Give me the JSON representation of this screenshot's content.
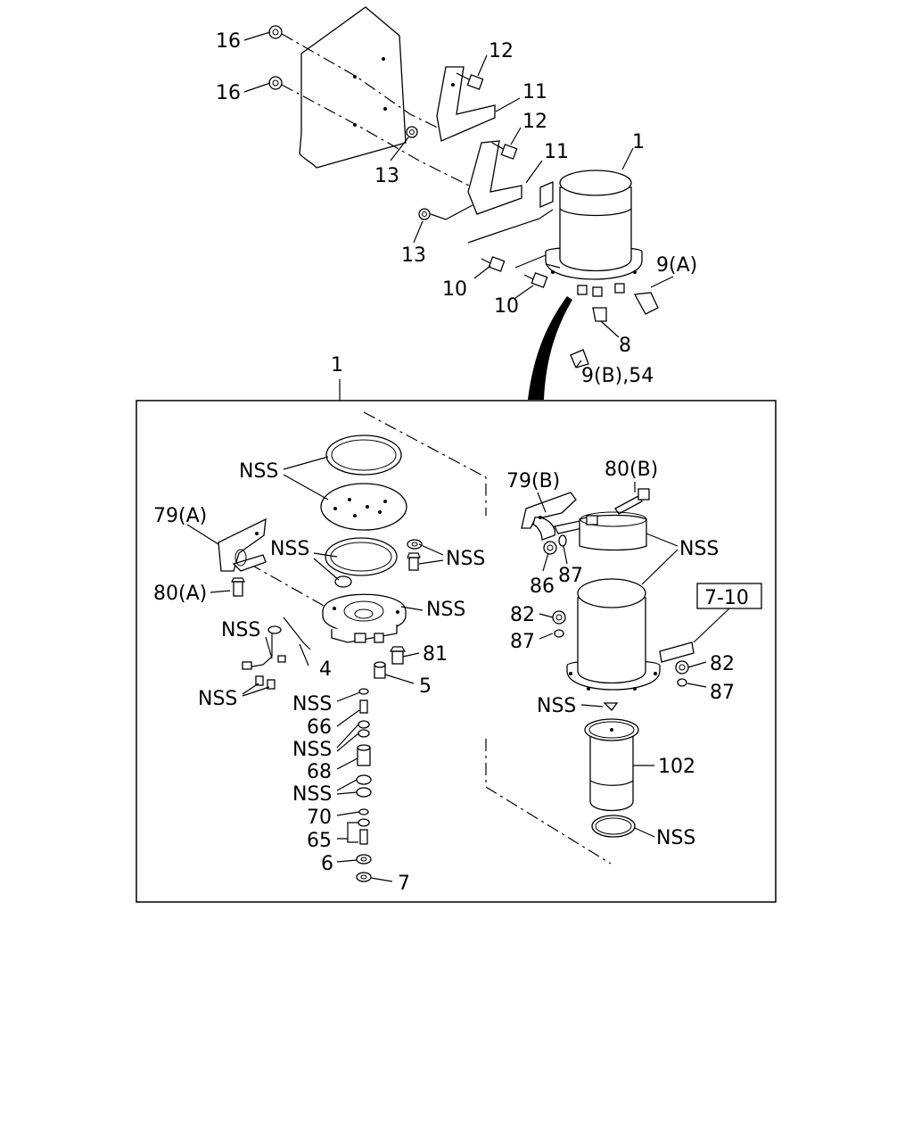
{
  "labels": {
    "l16a": "16",
    "l16b": "16",
    "l12a": "12",
    "l11a": "11",
    "l12b": "12",
    "l11b": "11",
    "l13a": "13",
    "l13b": "13",
    "l1top": "1",
    "l9a": "9(A)",
    "l10a": "10",
    "l10b": "10",
    "l8": "8",
    "l9b": "9(B),54",
    "l1box": "1",
    "nss1": "NSS",
    "l79a": "79(A)",
    "nss2": "NSS",
    "nss3": "NSS",
    "l80a": "80(A)",
    "nss4": "NSS",
    "nss5": "NSS",
    "l4": "4",
    "l81": "81",
    "nss6": "NSS",
    "l5": "5",
    "nss7": "NSS",
    "l66": "66",
    "nss8": "NSS",
    "l68": "68",
    "nss9": "NSS",
    "l70": "70",
    "l65": "65",
    "l6": "6",
    "l7": "7",
    "l79b": "79(B)",
    "l80b": "80(B)",
    "nss10": "NSS",
    "l86": "86",
    "l87a": "87",
    "l82a": "82",
    "l87b": "87",
    "ref": "7-10",
    "l82b": "82",
    "l87c": "87",
    "nss11": "NSS",
    "l102": "102",
    "nss12": "NSS"
  }
}
